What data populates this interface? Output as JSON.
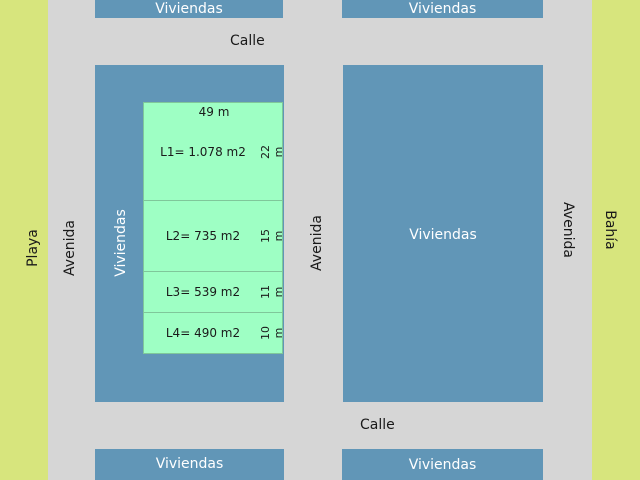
{
  "map": {
    "left_zone": "Playa",
    "right_zone": "Bahía",
    "street_top": "Calle",
    "street_bottom": "Calle",
    "avenue_left": "Avenida",
    "avenue_middle": "Avenida",
    "avenue_right": "Avenida",
    "blocks": {
      "top_left": "Viviendas",
      "top_right": "Viviendas",
      "middle_left": "Viviendas",
      "middle_right": "Viviendas",
      "bottom_left": "Viviendas",
      "bottom_right": "Viviendas"
    },
    "lots": {
      "width_label": "49 m",
      "items": [
        {
          "area": "L1= 1.078 m2",
          "depth": "22 m"
        },
        {
          "area": "L2= 735 m2",
          "depth": "15 m"
        },
        {
          "area": "L3= 539 m2",
          "depth": "11 m"
        },
        {
          "area": "L4= 490 m2",
          "depth": "10 m"
        }
      ]
    },
    "colors": {
      "coast": "#d7e57d",
      "road": "#d6d6d6",
      "housing": "#6196b7",
      "lot": "#9effc4"
    }
  }
}
